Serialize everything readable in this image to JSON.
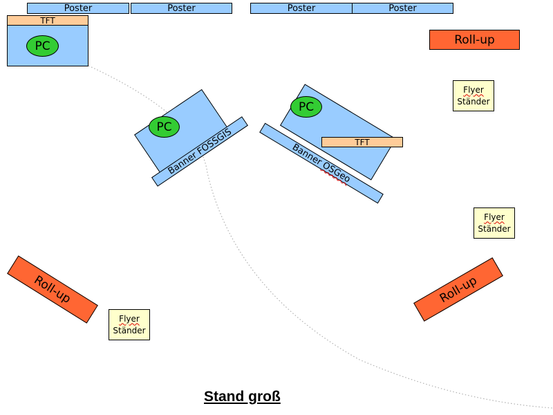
{
  "title": "Stand groß",
  "posters": [
    "Poster",
    "Poster",
    "Poster",
    "Poster"
  ],
  "tft_label": "TFT",
  "pc_label": "PC",
  "rollup_label": "Roll-up",
  "flyer": {
    "line1": "Flyer",
    "line2": "Ständer"
  },
  "banners": {
    "fossgis": "Banner FOSSGIS",
    "osgeo": "Banner OSGeo"
  },
  "colors": {
    "table_blue": "#99ccff",
    "tft_peach": "#ffcc99",
    "rollup_orange": "#ff6633",
    "flyer_yellow": "#ffffcc",
    "pc_green": "#33cc33"
  }
}
